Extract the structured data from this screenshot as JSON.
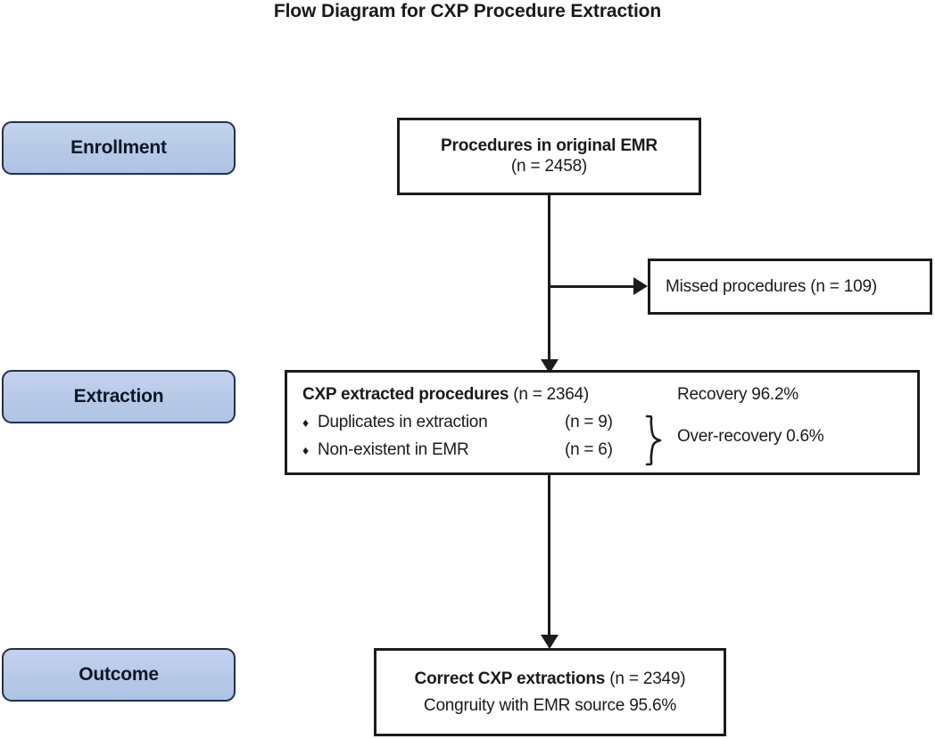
{
  "title": "Flow Diagram for CXP Procedure Extraction",
  "stages": [
    {
      "key": "enrollment",
      "label": "Enrollment"
    },
    {
      "key": "extraction",
      "label": "Extraction"
    },
    {
      "key": "outcome",
      "label": "Outcome"
    }
  ],
  "boxes": {
    "original": {
      "line_strong": "Procedures in original EMR",
      "line_count": "(n = 2458)"
    },
    "missed": {
      "text": "Missed procedures (n = 109)"
    },
    "extraction": {
      "header_label": "CXP extracted procedures",
      "header_count": "(n = 2364)",
      "bullets": [
        {
          "bullet": "♦",
          "label": "Duplicates in extraction",
          "count": "(n = 9)"
        },
        {
          "bullet": "♦",
          "label": "Non-existent in EMR",
          "count": "(n = 6)"
        }
      ],
      "recovery": "Recovery 96.2%",
      "over_recovery": "Over-recovery 0.6%"
    },
    "outcome": {
      "line_strong": "Correct CXP extractions",
      "line_count": "(n = 2349)",
      "line_congruity": "Congruity with EMR source 95.6%"
    }
  },
  "colors": {
    "stage_fill_top": "#c3d3ee",
    "stage_fill_bottom": "#aec3e4",
    "stage_border": "#23304a",
    "box_border": "#1c1c1c",
    "text": "#1a1a1a",
    "background": "#ffffff"
  }
}
